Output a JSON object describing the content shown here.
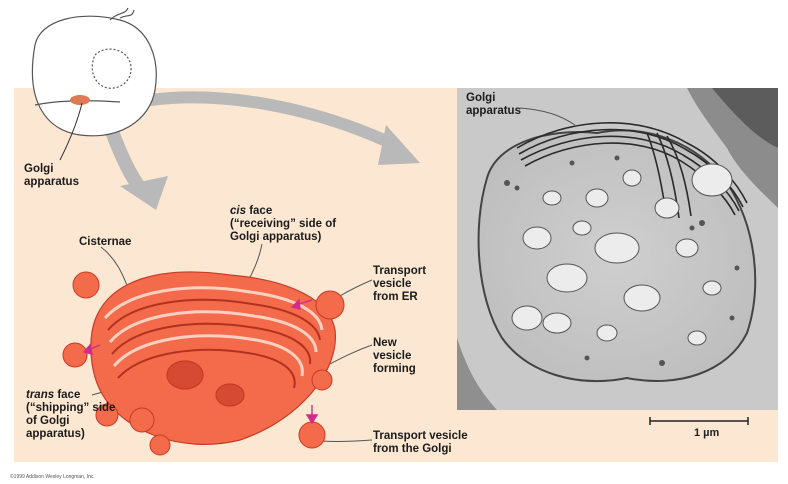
{
  "labels": {
    "golgi_cell": [
      "Golgi",
      "apparatus"
    ],
    "golgi_micro": [
      "Golgi",
      "apparatus"
    ],
    "cis_face": {
      "ital": "cis",
      "rest": [
        " face",
        "(“receiving” side of",
        "Golgi apparatus)"
      ]
    },
    "cisternae": "Cisternae",
    "transport_er": [
      "Transport",
      "vesicle",
      "from ER"
    ],
    "new_vesicle": [
      "New",
      "vesicle",
      "forming"
    ],
    "trans_face": {
      "ital": "trans",
      "rest": [
        " face",
        "(“shipping” side",
        "of Golgi",
        "apparatus)"
      ]
    },
    "transport_golgi": [
      "Transport vesicle",
      "from the Golgi"
    ]
  },
  "scale_bar": "1 µm",
  "credit": "©1999 Addison Wesley Longman, Inc.",
  "colors": {
    "panel": "#fbe7d2",
    "golgi_fill": "#f36b4a",
    "golgi_dark": "#c73b26",
    "arrow_gray": "#b9b9b9",
    "micrograph_bg": "#d9d9d9"
  }
}
